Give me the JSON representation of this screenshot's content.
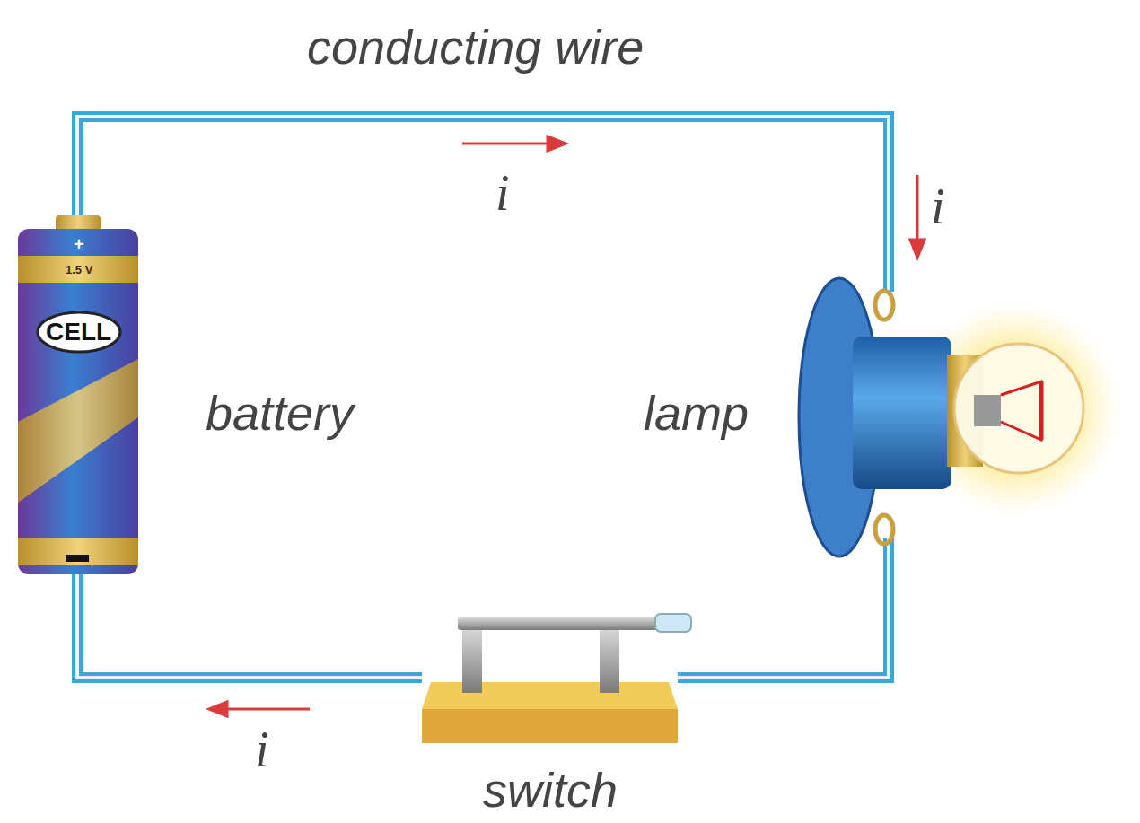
{
  "diagram": {
    "labels": [
      "conducting wire",
      "i",
      "i",
      "i",
      "battery",
      "lamp",
      "switch",
      "+",
      "1.5 V",
      "CELL"
    ]
  }
}
